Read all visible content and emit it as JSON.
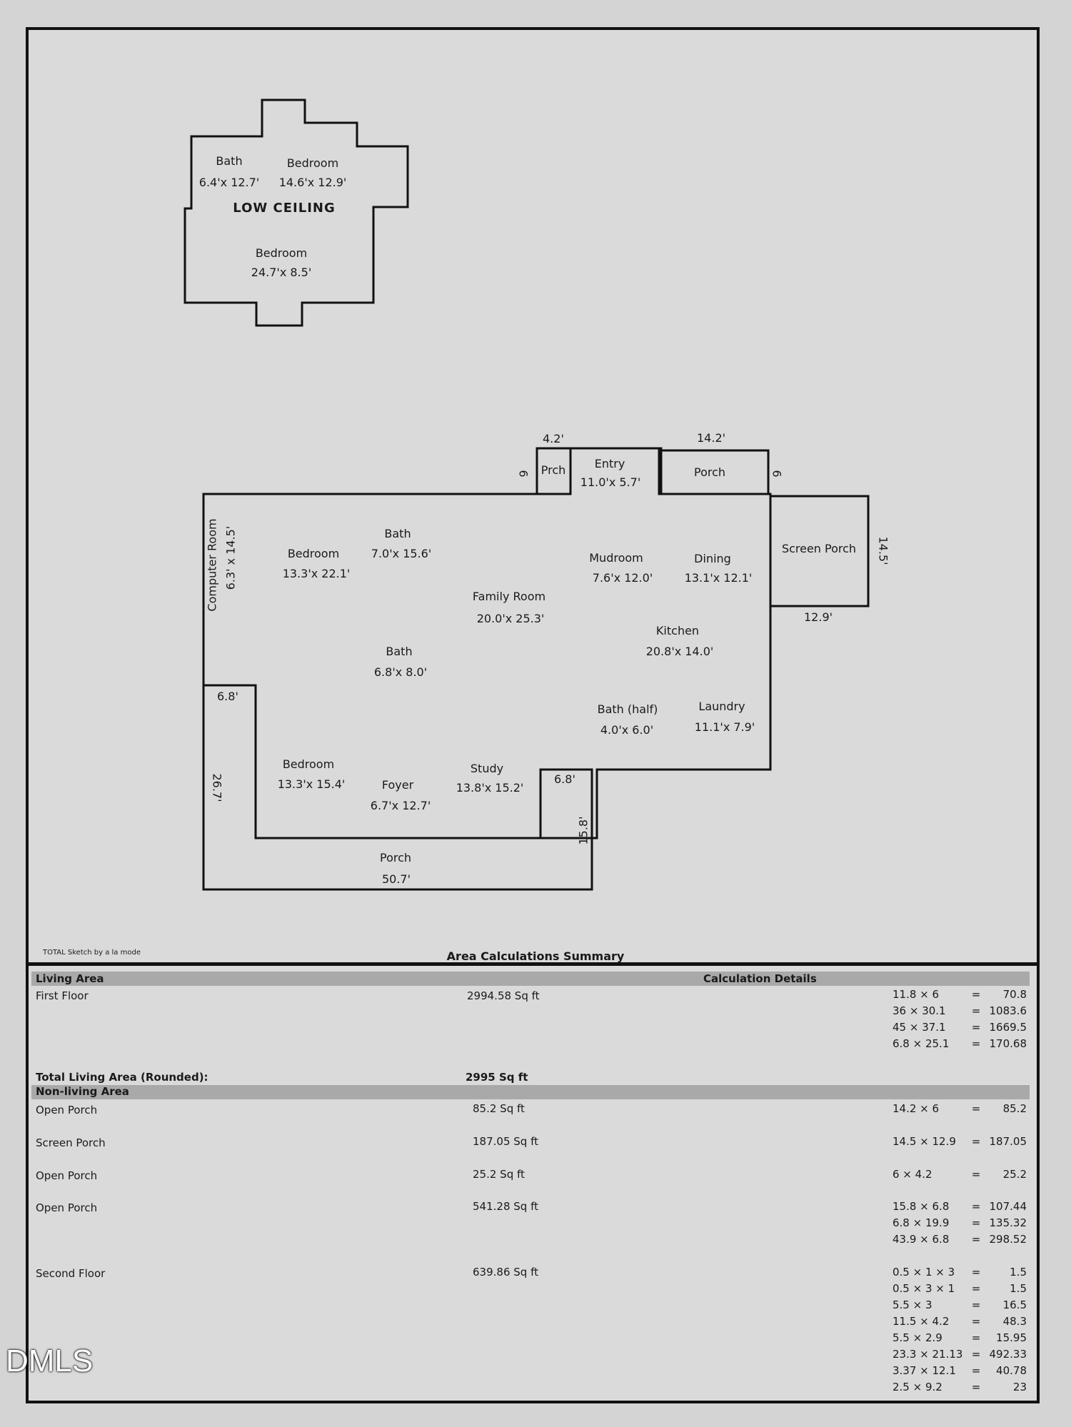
{
  "upper": {
    "bath": {
      "name": "Bath",
      "dims": "6.4'x 12.7'"
    },
    "bedroom1": {
      "name": "Bedroom",
      "dims": "14.6'x 12.9'"
    },
    "note": "LOW CEILING",
    "bedroom2": {
      "name": "Bedroom",
      "dims": "24.7'x 8.5'"
    }
  },
  "rooms": {
    "computer_room": {
      "name": "Computer Room",
      "dims": "6.3' x 14.5'"
    },
    "bedroom_a": {
      "name": "Bedroom",
      "dims": "13.3'x 22.1'"
    },
    "bath_a": {
      "name": "Bath",
      "dims": "7.0'x 15.6'"
    },
    "family_room": {
      "name": "Family Room",
      "dims": "20.0'x 25.3'"
    },
    "mudroom": {
      "name": "Mudroom",
      "dims": "7.6'x 12.0'"
    },
    "dining": {
      "name": "Dining",
      "dims": "13.1'x 12.1'"
    },
    "kitchen": {
      "name": "Kitchen",
      "dims": "20.8'x 14.0'"
    },
    "bath_b": {
      "name": "Bath",
      "dims": "6.8'x 8.0'"
    },
    "bath_half": {
      "name": "Bath (half)",
      "dims": "4.0'x 6.0'"
    },
    "laundry": {
      "name": "Laundry",
      "dims": "11.1'x 7.9'"
    },
    "bedroom_b": {
      "name": "Bedroom",
      "dims": "13.3'x 15.4'"
    },
    "foyer": {
      "name": "Foyer",
      "dims": "6.7'x 12.7'"
    },
    "study": {
      "name": "Study",
      "dims": "13.8'x 15.2'"
    },
    "porch_front": {
      "name": "Porch",
      "dims": "50.7'"
    },
    "prch": {
      "name": "Prch"
    },
    "entry": {
      "name": "Entry",
      "dims": "11.0'x 5.7'"
    },
    "porch_top": {
      "name": "Porch"
    },
    "screen_porch": {
      "name": "Screen Porch"
    }
  },
  "dims": {
    "d42": "4.2'",
    "d142": "14.2'",
    "d6a": "6",
    "d6b": "6",
    "d145": "14.5'",
    "d129": "12.9'",
    "d68a": "6.8'",
    "d267": "26.7'",
    "d68b": "6.8'",
    "d158": "15.8'"
  },
  "credit": "TOTAL Sketch by a la mode",
  "summary": {
    "title": "Area Calculations Summary",
    "living_label": "Living Area",
    "calc_label": "Calculation Details",
    "first_floor": {
      "label": "First Floor",
      "area": "2994.58 Sq ft",
      "calcs": [
        [
          "11.8 × 6",
          "=",
          "70.8"
        ],
        [
          "36 × 30.1",
          "=",
          "1083.6"
        ],
        [
          "45 × 37.1",
          "=",
          "1669.5"
        ],
        [
          "6.8 × 25.1",
          "=",
          "170.68"
        ]
      ]
    },
    "total_label": "Total Living Area (Rounded):",
    "total_value": "2995 Sq ft",
    "nonliving_label": "Non-living Area",
    "nonliving": [
      {
        "label": "Open Porch",
        "area": "85.2 Sq ft",
        "calcs": [
          [
            "14.2 × 6",
            "=",
            "85.2"
          ]
        ]
      },
      {
        "label": "Screen Porch",
        "area": "187.05 Sq ft",
        "calcs": [
          [
            "14.5 × 12.9",
            "=",
            "187.05"
          ]
        ]
      },
      {
        "label": "Open Porch",
        "area": "25.2 Sq ft",
        "calcs": [
          [
            "6 × 4.2",
            "=",
            "25.2"
          ]
        ]
      },
      {
        "label": "Open Porch",
        "area": "541.28 Sq ft",
        "calcs": [
          [
            "15.8 × 6.8",
            "=",
            "107.44"
          ],
          [
            "6.8 × 19.9",
            "=",
            "135.32"
          ],
          [
            "43.9 × 6.8",
            "=",
            "298.52"
          ]
        ]
      },
      {
        "label": "Second Floor",
        "area": "639.86 Sq ft",
        "calcs": [
          [
            "0.5 × 1 × 3",
            "=",
            "1.5"
          ],
          [
            "0.5 × 3 × 1",
            "=",
            "1.5"
          ],
          [
            "5.5 × 3",
            "=",
            "16.5"
          ],
          [
            "11.5 × 4.2",
            "=",
            "48.3"
          ],
          [
            "5.5 × 2.9",
            "=",
            "15.95"
          ],
          [
            "23.3 × 21.13",
            "=",
            "492.33"
          ],
          [
            "3.37 × 12.1",
            "=",
            "40.78"
          ],
          [
            "2.5 × 9.2",
            "=",
            "23"
          ]
        ]
      }
    ]
  },
  "watermark": "DMLS"
}
